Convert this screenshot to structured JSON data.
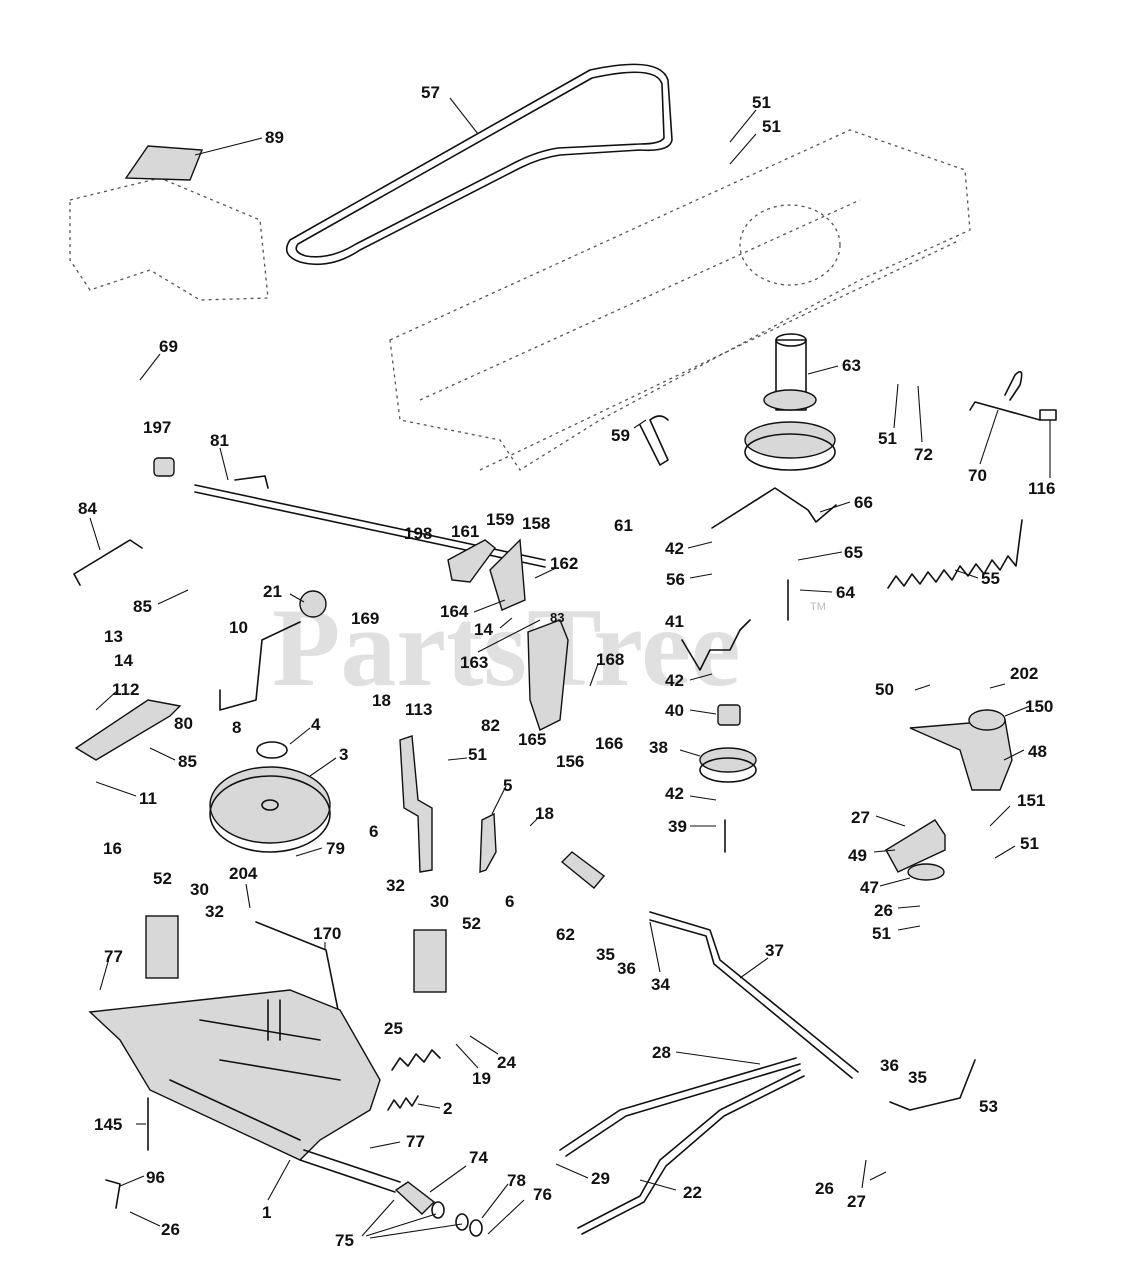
{
  "watermark": {
    "text": "PartsTree",
    "tm": "TM"
  },
  "callouts": {
    "c57": "57",
    "c51a": "51",
    "c51b": "51",
    "c89": "89",
    "c69": "69",
    "c63": "63",
    "c51c": "51",
    "c72": "72",
    "c70": "70",
    "c116": "116",
    "c197": "197",
    "c81": "81",
    "c59": "59",
    "c84": "84",
    "c198": "198",
    "c161": "161",
    "c159": "159",
    "c158": "158",
    "c61": "61",
    "c66": "66",
    "c162": "162",
    "c42a": "42",
    "c65": "65",
    "c56": "56",
    "c55": "55",
    "c85a": "85",
    "c21": "21",
    "c169": "169",
    "c164": "164",
    "c14a": "14",
    "c83": "83",
    "c64": "64",
    "c13": "13",
    "c10": "10",
    "c163": "163",
    "c41": "41",
    "c168": "168",
    "c42b": "42",
    "c14b": "14",
    "c50": "50",
    "c202": "202",
    "c112": "112",
    "c80": "80",
    "c8": "8",
    "c18a": "18",
    "c113": "113",
    "c82": "82",
    "c40": "40",
    "c150": "150",
    "c4": "4",
    "c165": "165",
    "c156": "156",
    "c166": "166",
    "c38": "38",
    "c48": "48",
    "c3": "3",
    "c85b": "85",
    "c51d": "51",
    "c11": "11",
    "c5": "5",
    "c42c": "42",
    "c18b": "18",
    "c6a": "6",
    "c39": "39",
    "c27a": "27",
    "c151": "151",
    "c16": "16",
    "c79": "79",
    "c49": "49",
    "c51e": "51",
    "c204": "204",
    "c52a": "52",
    "c30a": "30",
    "c32a": "32",
    "c6b": "6",
    "c47": "47",
    "c32b": "32",
    "c30b": "30",
    "c62": "62",
    "c26a": "26",
    "c51f": "51",
    "c170": "170",
    "c52b": "52",
    "c35a": "35",
    "c36a": "36",
    "c37": "37",
    "c34": "34",
    "c77a": "77",
    "c25": "25",
    "c24": "24",
    "c19": "19",
    "c28": "28",
    "c36b": "36",
    "c35b": "35",
    "c53": "53",
    "c2": "2",
    "c145": "145",
    "c77b": "77",
    "c29": "29",
    "c22": "22",
    "c26b": "26",
    "c96": "96",
    "c74": "74",
    "c78": "78",
    "c76": "76",
    "c27b": "27",
    "c1": "1",
    "c26c": "26",
    "c75": "75"
  }
}
